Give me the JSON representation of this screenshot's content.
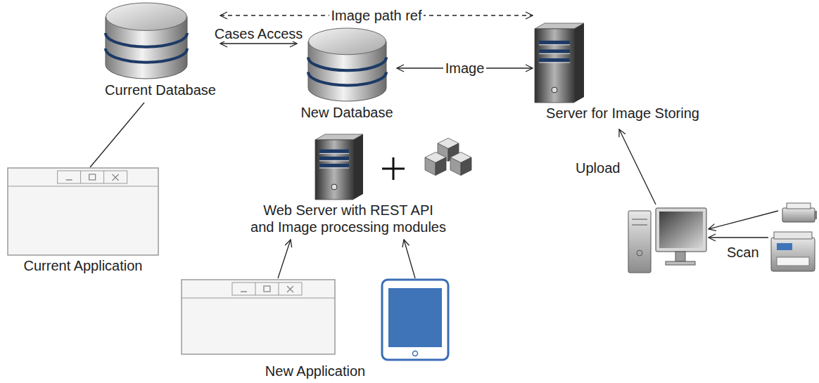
{
  "diagram": {
    "nodes": [
      {
        "text": [
          "Current Database"
        ]
      },
      {
        "text": [
          "New Database"
        ]
      },
      {
        "text": [
          "Server for Image Storing"
        ]
      },
      {
        "text": [
          "Web Server with REST API and Image processing modules"
        ]
      },
      {
        "text": [
          "Current Application"
        ]
      },
      {
        "text": [
          "New Application"
        ]
      }
    ],
    "edges": [
      {
        "from": 0,
        "to": 2,
        "label": "Image path ref",
        "arrow": "both"
      },
      {
        "from": 0,
        "to": 1,
        "label": "Cases Access",
        "arrow": "both"
      },
      {
        "from": 1,
        "to": 2,
        "label": "Image",
        "arrow": "both"
      },
      {
        "from": 0,
        "to": 4,
        "arrow": "none"
      },
      {
        "from": 5,
        "to": 3,
        "arrow": "to"
      },
      {
        "from": 5,
        "to": 3,
        "arrow": "to"
      }
    ],
    "labels": [
      "Upload",
      "Scan"
    ]
  }
}
